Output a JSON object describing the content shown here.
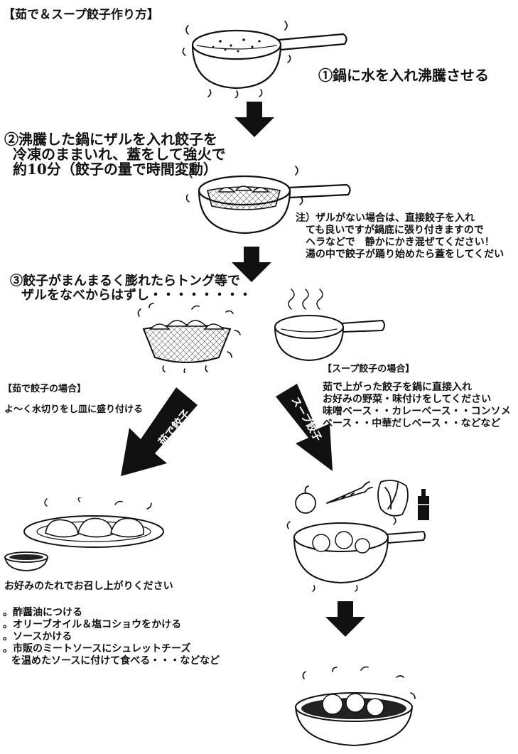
{
  "title": "【茹で＆スープ餃子作り方】",
  "step1": "①鍋に水を入れ沸騰させる",
  "step2": [
    "②沸騰した鍋にザルを入れ餃子を",
    "冷凍のままいれ、蓋をして強火で",
    "約10分（餃子の量で時間変動）"
  ],
  "note": [
    "注）ザルがない場合は、直接餃子を入れ",
    "ても良いですが鍋底に張り付きますので",
    "ヘラなどで　静かにかき混ぜてください！",
    "湯の中で餃子が踊り始めたら蓋をしてくだい"
  ],
  "step3": [
    "③餃子がまんまるく膨れたらトング等で",
    "ザルをなべからはずし・・・・・・・・"
  ],
  "boiled": {
    "heading": "【茹で餃子の場合】",
    "desc": "よ～く水切りをし皿に盛り付ける",
    "arrow_label": "茹で餃子",
    "serve": "お好みのたれでお召し上がりください",
    "tips": [
      "。酢醤油につける",
      "。オリーブオイル＆塩コショウをかける",
      "。ソースかける",
      "。市販のミートソースにシュレットチーズ",
      "を温めたソースに付けて食べる・・・などなど"
    ]
  },
  "soup": {
    "heading": "【スープ餃子の場合】",
    "arrow_label": "スープ餃子",
    "desc": [
      "茹で上がった餃子を鍋に直接入れ",
      "お好みの野菜・味付けをしてください",
      "味噌ベース・・カレーベース・・コンソメ",
      "ベース・・中華だしベース・・などなど"
    ]
  }
}
